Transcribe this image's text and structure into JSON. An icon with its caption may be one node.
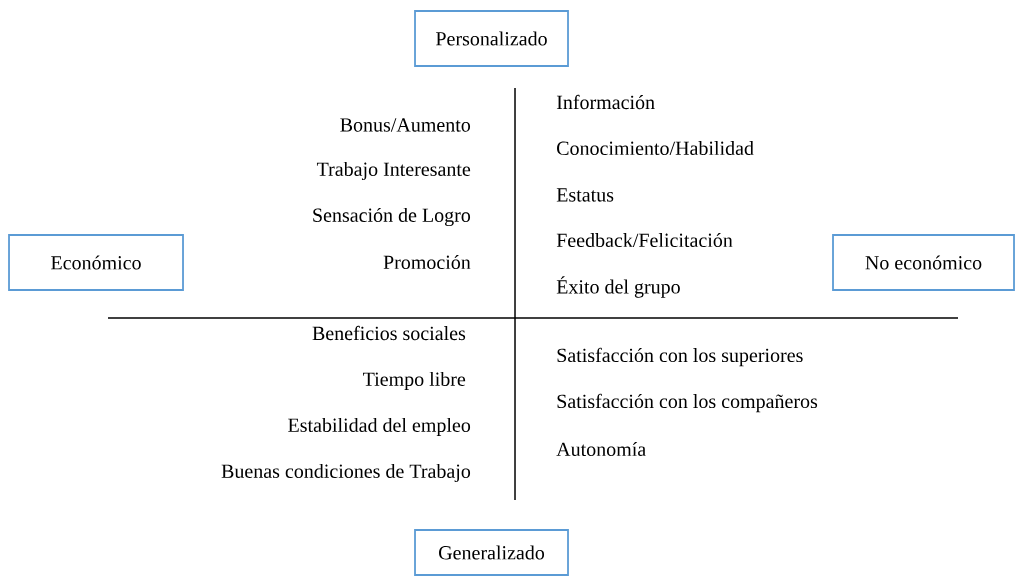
{
  "diagram": {
    "nodes": [
      {
        "text": [
          "Personalizado"
        ]
      },
      {
        "text": [
          "Económico"
        ]
      },
      {
        "text": [
          "No económico"
        ]
      },
      {
        "text": [
          "Generalizado"
        ]
      }
    ],
    "labels": [
      "Bonus/Aumento",
      "Trabajo Interesante",
      "Sensación de Logro",
      "Promoción",
      "Información",
      "Conocimiento/Habilidad",
      "Estatus",
      "Feedback/Felicitación",
      "Éxito del grupo",
      "Beneficios sociales",
      "Tiempo libre",
      "Estabilidad del empleo",
      "Buenas condiciones de Trabajo",
      "Satisfacción con los superiores",
      "Satisfacción con los compañeros",
      "Autonomía"
    ]
  }
}
